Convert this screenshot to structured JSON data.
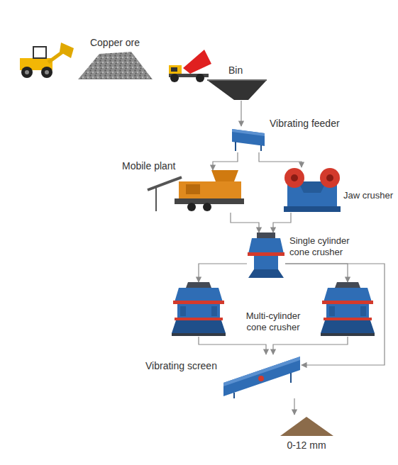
{
  "diagram": {
    "nodes": [
      {
        "text": [
          "Copper ore"
        ]
      },
      {
        "text": [
          "Bin"
        ]
      },
      {
        "text": [
          "Vibrating feeder"
        ]
      },
      {
        "text": [
          "Mobile plant"
        ]
      },
      {
        "text": [
          "Jaw crusher"
        ]
      },
      {
        "text": [
          "Single cylinder cone crusher"
        ]
      },
      {
        "text": [
          "Multi-cylinder cone crusher"
        ]
      },
      {
        "text": [
          "Vibrating screen"
        ]
      },
      {
        "text": [
          "0-12 mm"
        ]
      }
    ],
    "edges": [
      {
        "from": 1,
        "to": 2,
        "arrow": "to"
      },
      {
        "from": 2,
        "to": 3,
        "arrow": "to"
      },
      {
        "from": 2,
        "to": 4,
        "arrow": "to"
      },
      {
        "from": 3,
        "to": 5,
        "arrow": "to"
      },
      {
        "from": 4,
        "to": 5,
        "arrow": "to"
      },
      {
        "from": 5,
        "to": 6,
        "arrow": "to"
      },
      {
        "from": 5,
        "to": 6,
        "arrow": "to"
      },
      {
        "from": 5,
        "to": 7,
        "arrow": "to"
      },
      {
        "from": 6,
        "to": 7,
        "arrow": "to"
      },
      {
        "from": 6,
        "to": 7,
        "arrow": "to"
      },
      {
        "from": 7,
        "to": 8,
        "arrow": "to"
      }
    ]
  }
}
